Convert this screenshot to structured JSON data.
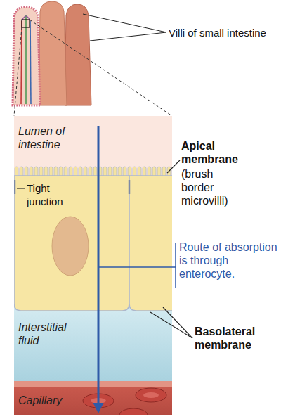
{
  "diagram": {
    "nodes": [
      {
        "text": [
          "Lumen of intestine"
        ]
      },
      {
        "text": [
          "Interstitial fluid"
        ]
      },
      {
        "text": [
          "Capillary"
        ]
      }
    ],
    "edges": [
      {
        "from": 0,
        "to": 2,
        "arrow": "to"
      }
    ],
    "labels": [
      "Villi of small intestine",
      "Tight junction",
      "Apical membrane",
      "(brush border microvilli)",
      "Route of absorption is through enterocyte.",
      "Basolateral membrane"
    ]
  }
}
